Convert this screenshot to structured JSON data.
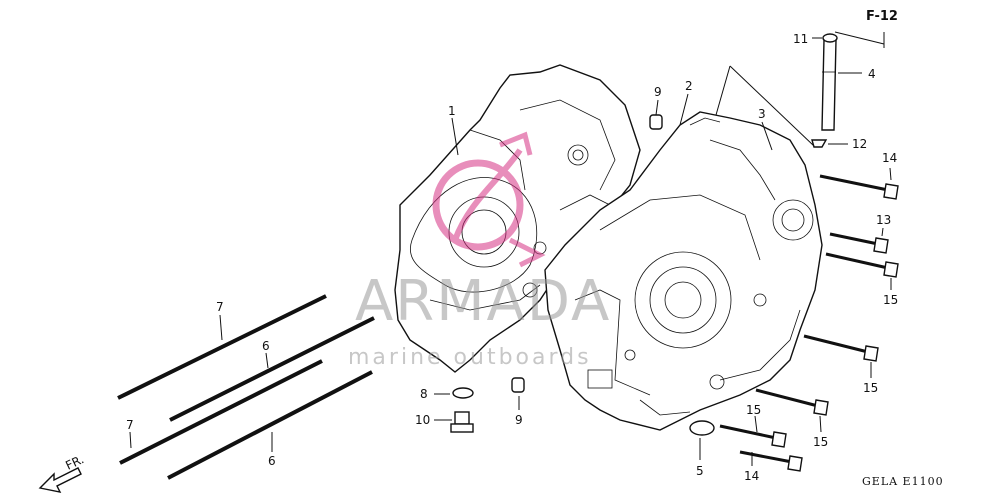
{
  "header": {
    "page_ref": "F-12"
  },
  "footer": {
    "diagram_code": "GELA E1100"
  },
  "orientation": {
    "front_label": "FR."
  },
  "watermark": {
    "brand": "ARMADA",
    "tagline": "marine outboards",
    "color": "#d63384"
  },
  "callouts": {
    "c1": "1",
    "c2": "2",
    "c3": "3",
    "c4": "4",
    "c5": "5",
    "c6a": "6",
    "c6b": "6",
    "c7a": "7",
    "c7b": "7",
    "c8": "8",
    "c9a": "9",
    "c9b": "9",
    "c10": "10",
    "c11": "11",
    "c12": "12",
    "c13": "13",
    "c14a": "14",
    "c14b": "14",
    "c15a": "15",
    "c15b": "15",
    "c15c": "15",
    "c15d": "15"
  }
}
